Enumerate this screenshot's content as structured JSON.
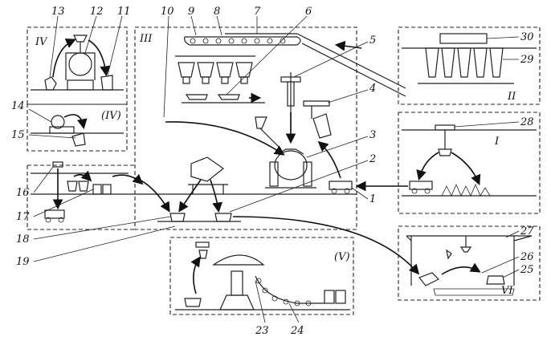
{
  "labels": {
    "n1": "1",
    "n2": "2",
    "n3": "3",
    "n4": "4",
    "n5": "5",
    "n6": "6",
    "n7": "7",
    "n8": "8",
    "n9": "9",
    "n10": "10",
    "n11": "11",
    "n12": "12",
    "n13": "13",
    "n14": "14",
    "n15": "15",
    "n16": "16",
    "n17": "17",
    "n18": "18",
    "n19": "19",
    "n23": "23",
    "n24": "24",
    "n25": "25",
    "n26": "26",
    "n27": "27",
    "n28": "28",
    "n29": "29",
    "n30": "30"
  },
  "zones": {
    "z_I": "I",
    "z_II": "II",
    "z_III": "III",
    "z_IV": "IV",
    "z_IV_paren": "(IV)",
    "z_V": "(V)",
    "z_VI": "VI"
  }
}
